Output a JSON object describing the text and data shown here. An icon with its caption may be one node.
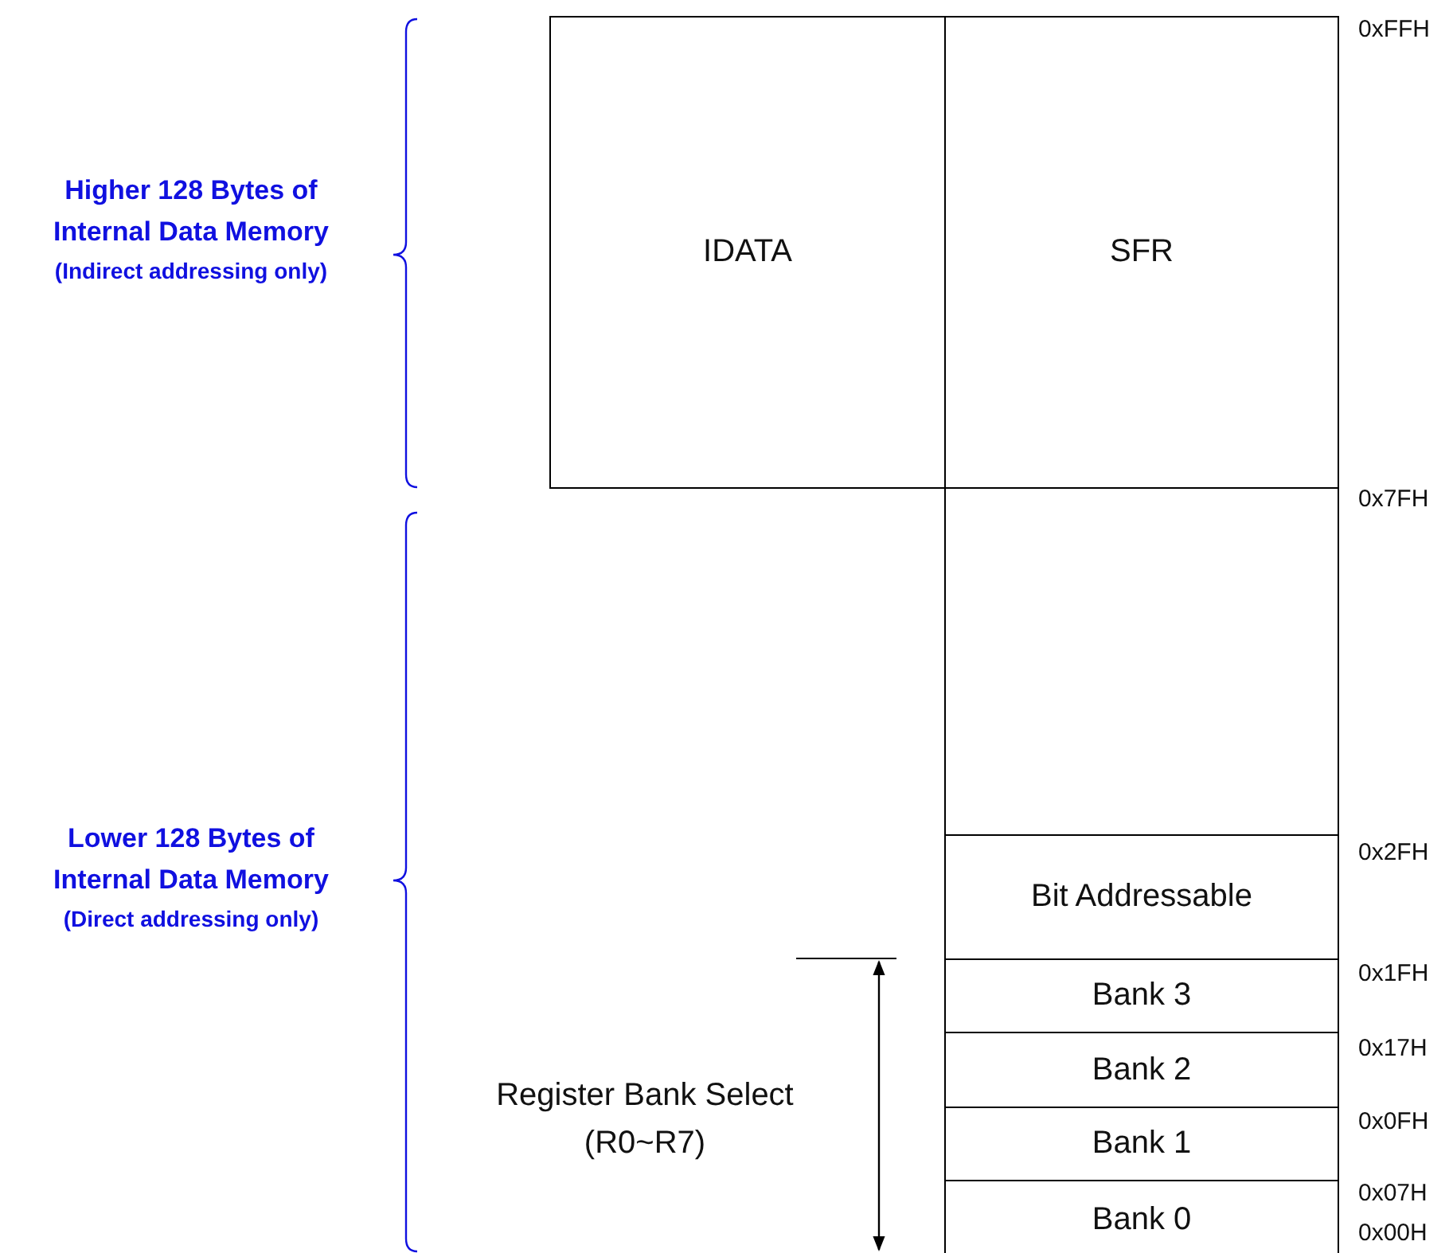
{
  "diagram": {
    "nodes": [
      {
        "text": [
          "IDATA"
        ]
      },
      {
        "text": [
          "SFR"
        ]
      },
      {
        "text": [],
        "shape": "box"
      },
      {
        "text": [
          "Bit Addressable"
        ]
      },
      {
        "text": [
          "Bank 3"
        ]
      },
      {
        "text": [
          "Bank 2"
        ]
      },
      {
        "text": [
          "Bank 1"
        ]
      },
      {
        "text": [
          "Bank 0"
        ]
      }
    ],
    "labels": [
      "0xFFH",
      "Higher 128 Bytes of Internal Data Memory",
      "(Indirect addressing only)",
      "0x7FH",
      "Lower 128 Bytes of Internal Data Memory",
      "(Direct addressing only)",
      "0x2FH",
      "0x1FH",
      "Register Bank Select (R0~R7)",
      "0x17H",
      "0x0FH",
      "0x07H",
      "0x00H"
    ]
  }
}
